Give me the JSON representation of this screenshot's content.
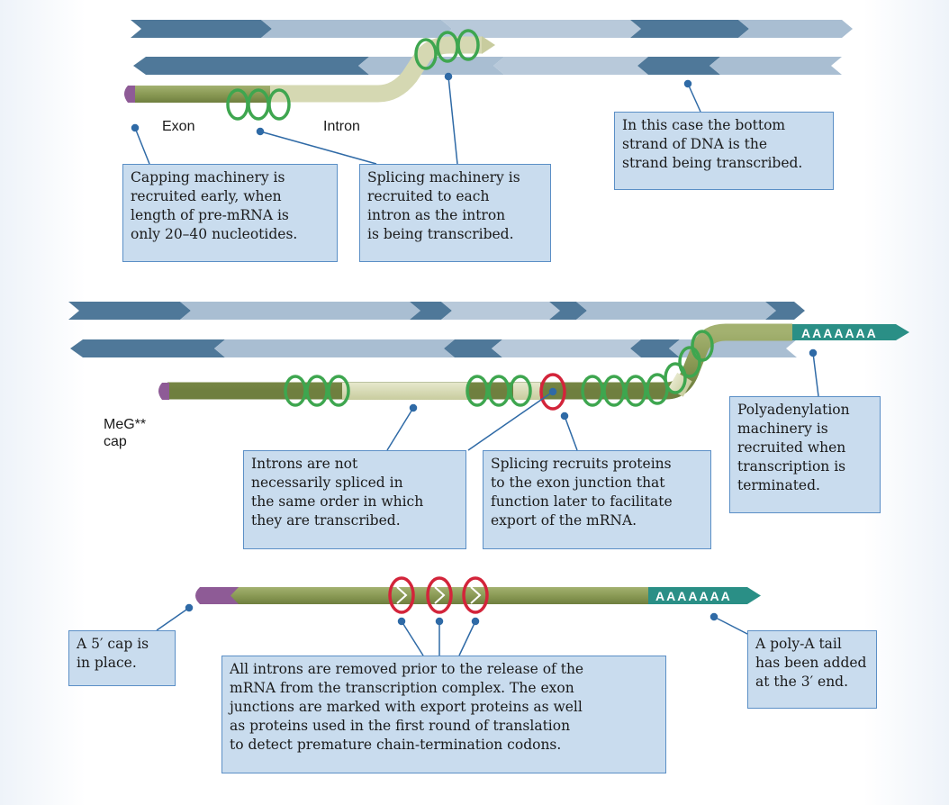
{
  "labels": {
    "exon": "Exon",
    "intron": "Intron",
    "cap": "MeG**\ncap",
    "poly_a_1": "AAAAAAA",
    "poly_a_2": "AAAAAAA"
  },
  "callouts": {
    "capping": "Capping machinery is\nrecruited early, when\nlength of pre-mRNA is\nonly 20–40 nucleotides.",
    "splicing": "Splicing machinery is\nrecruited to each\nintron as the intron\nis being transcribed.",
    "strand": "In this case the bottom\nstrand of DNA is the\nstrand being transcribed.",
    "introns_order": "Introns are not\nnecessarily spliced in\nthe same order in which\nthey are transcribed.",
    "exon_junction": "Splicing recruits proteins\nto the exon junction that\nfunction later to facilitate\nexport of the mRNA.",
    "polyadenylation": "Polyadenylation\nmachinery is\nrecruited when\ntranscription is\nterminated.",
    "cap_in_place": "A 5′ cap is\nin place.",
    "all_introns_removed": "All introns are removed prior to the release of the\nmRNA from the transcription complex. The exon\njunctions are marked with export proteins as well\nas proteins used in the first round of translation\nto detect premature chain-termination codons.",
    "poly_a_tail": "A poly-A tail\nhas been added\nat the 3′ end."
  },
  "colors": {
    "dna_dark": "#4f7899",
    "dna_light": "#a9bed2",
    "exon": "#8a9a55",
    "intron": "#d5d8b2",
    "cap": "#8e5b96",
    "splice_ring": "#3ea64f",
    "junction_ring": "#d3243a",
    "poly_a": "#2a8f86",
    "callout_fill": "#c9dcee",
    "callout_border": "#5b8fc6",
    "leader": "#2f6aa6"
  }
}
